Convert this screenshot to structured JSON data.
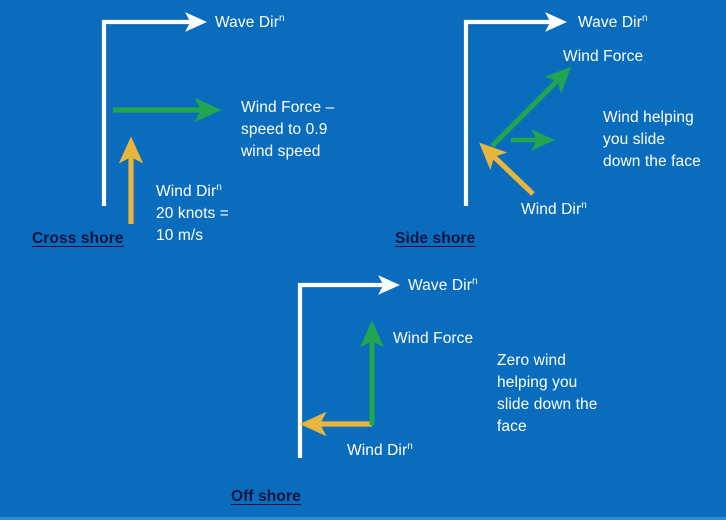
{
  "background_color": "#0a6cbd",
  "colors": {
    "background": "#0a6cbd",
    "wave_arrow": "#ffffff",
    "wind_force_arrow": "#22a550",
    "wind_dir_arrow": "#e8b63c",
    "label_text": "#ffffff",
    "panel_title_text": "#0b1340"
  },
  "diagram": {
    "title_semantic": "Wind direction relative to wave direction",
    "panels": [
      {
        "id": "cross-shore",
        "title": "Cross shore",
        "wave_label": "Wave Dir",
        "wave_label_sup": "n",
        "wind_force_label": "Wind Force –\nspeed to 0.9\nwind speed",
        "wind_dir_label": "Wind Dir",
        "wind_dir_label_sup": "n",
        "wind_dir_detail": "20 knots =\n10 m/s",
        "note": ""
      },
      {
        "id": "side-shore",
        "title": "Side shore",
        "wave_label": "Wave Dir",
        "wave_label_sup": "n",
        "wind_force_label": "Wind Force",
        "wind_dir_label": "Wind Dir",
        "wind_dir_label_sup": "n",
        "wind_dir_detail": "",
        "note": "Wind helping\nyou slide\ndown the face"
      },
      {
        "id": "off-shore",
        "title": "Off shore",
        "wave_label": "Wave Dir",
        "wave_label_sup": "n",
        "wind_force_label": "Wind Force",
        "wind_dir_label": "Wind Dir",
        "wind_dir_label_sup": "n",
        "wind_dir_detail": "",
        "note": "Zero wind\nhelping you\nslide down the\nface"
      }
    ]
  }
}
